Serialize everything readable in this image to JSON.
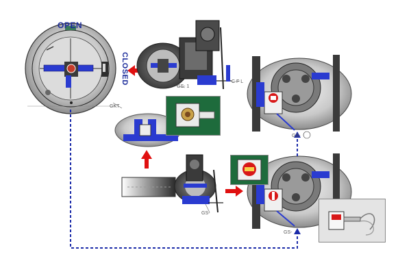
{
  "labels": {
    "open": "OPEN",
    "closed": "CLOSED",
    "gkt": "GKT",
    "gs1": "GS- 1",
    "gs2": "GS-",
    "gs3": "GS-",
    "gs4": "GS-",
    "cfl": "C F L"
  },
  "colors": {
    "accent_blue": "#2a3bd0",
    "arrow_red": "#e01010",
    "dash_blue": "#1a2aa8",
    "green_panel": "#1e6b3c"
  },
  "icons": [
    "red-arrow-left",
    "red-arrow-up",
    "red-arrow-right",
    "blue-dashed-arrow-up",
    "blue-dashed-arrow-right"
  ]
}
